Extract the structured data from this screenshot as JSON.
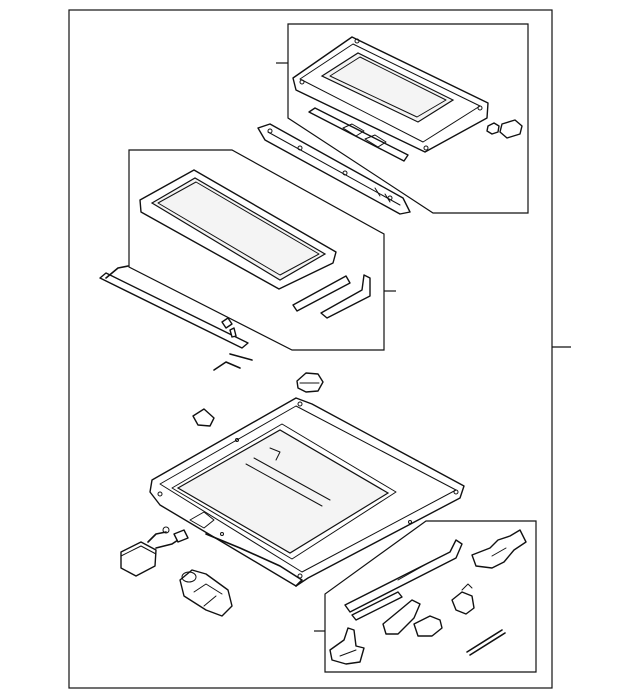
{
  "diagram": {
    "name": "sunroof-assembly-exploded-diagram",
    "callouts": [
      {
        "name": "callout-sunshade-group"
      },
      {
        "name": "callout-glass-panel-group"
      },
      {
        "name": "callout-sunroof-assembly"
      },
      {
        "name": "callout-guide-rail-group"
      }
    ],
    "parts": [
      "sunshade-panel",
      "front-deflector",
      "glass-panel",
      "glass-trim-strips",
      "drain-tube-side-rail",
      "sunroof-frame",
      "motor-harness",
      "drive-motor",
      "guide-mechanisms",
      "small-clips"
    ]
  }
}
